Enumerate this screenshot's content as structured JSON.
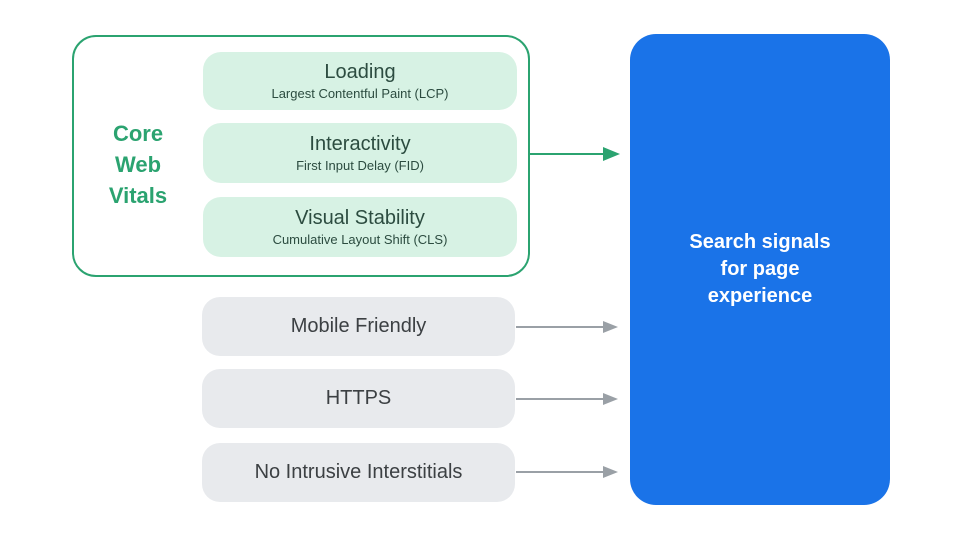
{
  "palette": {
    "green_accent": "#2BA370",
    "green_fill": "#D7F2E4",
    "green_text_dark": "#2C4C40",
    "blue_box": "#1A73E8",
    "gray_fill": "#E8EAED",
    "gray_text": "#3C4043",
    "arrow_gray": "#9AA0A6",
    "background": "#FFFFFF"
  },
  "core_web_vitals": {
    "label": "Core Web Vitals",
    "metrics": [
      {
        "title": "Loading",
        "subtitle": "Largest Contentful Paint (LCP)"
      },
      {
        "title": "Interactivity",
        "subtitle": "First Input Delay (FID)"
      },
      {
        "title": "Visual Stability",
        "subtitle": "Cumulative Layout Shift (CLS)"
      }
    ]
  },
  "other_signals": [
    {
      "label": "Mobile Friendly"
    },
    {
      "label": "HTTPS"
    },
    {
      "label": "No Intrusive Interstitials"
    }
  ],
  "result": {
    "label": "Search signals for page experience"
  }
}
